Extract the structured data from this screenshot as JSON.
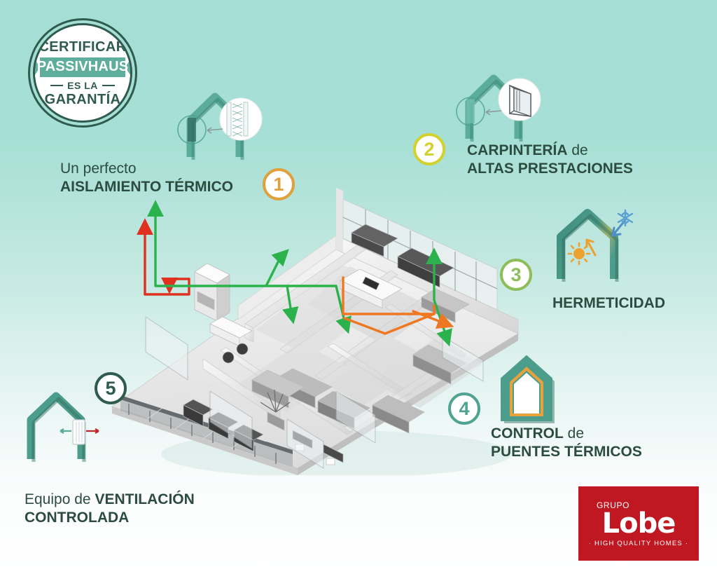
{
  "background": {
    "gradient_top": "#a4ded4",
    "gradient_bottom": "#ffffff"
  },
  "seal": {
    "name": "passivhaus-certification-seal",
    "line1": "CERTIFICAR",
    "ribbon": "PASSIVHAUS",
    "line3": "ES LA",
    "line4": "GARANTÍA",
    "ring_color": "#2f5b4e",
    "ribbon_color": "#5fae9c"
  },
  "features": [
    {
      "number": "1",
      "number_color": "#e0a03c",
      "label_lite": "Un perfecto",
      "label_bold": "AISLAMIENTO TÉRMICO",
      "icon": "house-insulation-icon",
      "icon_detail": "insulation-magnifier",
      "house_color": "#5aab99"
    },
    {
      "number": "2",
      "number_color": "#d2d12d",
      "label_lite": "",
      "label_bold_a": "CARPINTERÍA",
      "label_lite_a": "de",
      "label_bold_b": "ALTAS PRESTACIONES",
      "icon": "house-window-icon",
      "icon_detail": "window-magnifier",
      "house_color": "#5aab99"
    },
    {
      "number": "3",
      "number_color": "#8dbe59",
      "label_bold": "HERMETICIDAD",
      "icon": "house-airtightness-icon",
      "icon_detail": "sun-and-snowflake",
      "house_color": "#3d8b7c",
      "sun_color": "#eda12f",
      "snow_color": "#4e8fc7"
    },
    {
      "number": "4",
      "number_color": "#4fa391",
      "label_bold_a": "CONTROL",
      "label_lite_a": "de",
      "label_bold_b": "PUENTES TÉRMICOS",
      "icon": "house-thermal-bridge-icon",
      "house_color": "#3d8b7c",
      "accent_color": "#e8a23c"
    },
    {
      "number": "5",
      "number_color": "#2f5b4e",
      "label_lite": "Equipo de",
      "label_bold": "VENTILACIÓN",
      "label_bold_b": "CONTROLADA",
      "icon": "house-ventilation-icon",
      "house_color": "#3d8b7c",
      "arrow_in_color": "#5aab99",
      "arrow_out_color": "#c0272d"
    }
  ],
  "plan": {
    "name": "isometric-apartment-floorplan",
    "supply_duct_color": "#2bb24c",
    "extract_duct_color": "#e0301e",
    "return_duct_color": "#ee7722"
  },
  "logo": {
    "grupo": "GRUPO",
    "name": "Lobe",
    "tagline": "· HIGH QUALITY HOMES ·",
    "background": "#c01823"
  }
}
